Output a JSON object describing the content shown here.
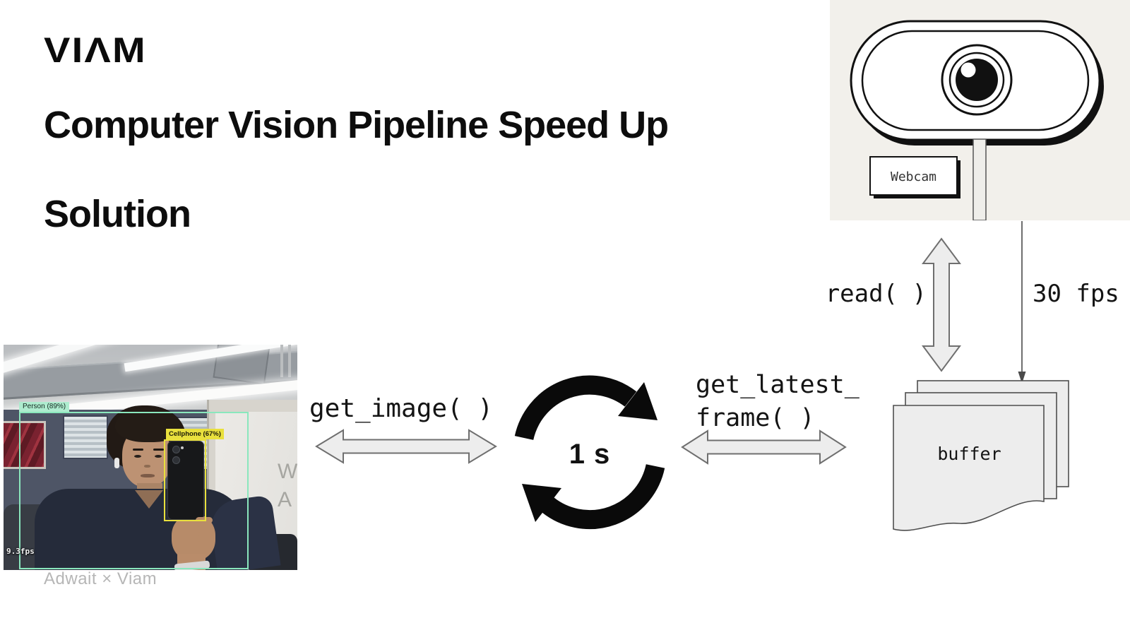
{
  "brand": {
    "logo_text": "VIΛM"
  },
  "header": {
    "title": "Computer Vision Pipeline Speed Up",
    "subtitle": "Solution"
  },
  "webcam_panel": {
    "label": "Webcam"
  },
  "photo": {
    "person_label": "Person (89%)",
    "cellphone_label": "Cellphone (67%)",
    "fps_label": "9.3fps",
    "whiteboard": {
      "line1": "W",
      "line2": "A"
    },
    "caption": "Adwait × Viam"
  },
  "pipeline": {
    "get_image_label": "get_image( )",
    "loop_label": "1 s",
    "get_latest_line1": "get_latest_",
    "get_latest_line2": "frame( )",
    "read_label": "read( )",
    "rate_label": "30 fps",
    "buffer_label": "buffer"
  },
  "colors": {
    "background": "#ffffff",
    "webcam_panel_bg": "#f2f0eb",
    "person_box": "#8ae7bd",
    "person_tag_bg": "#aeeccf",
    "cellphone_box": "#e9e03d",
    "arrow_fill": "#ededed",
    "arrow_stroke": "#6f6f6f",
    "loop_icon": "#0a0a0a",
    "doc_fill": "#ededed",
    "caption_text": "#b6b6b6"
  }
}
